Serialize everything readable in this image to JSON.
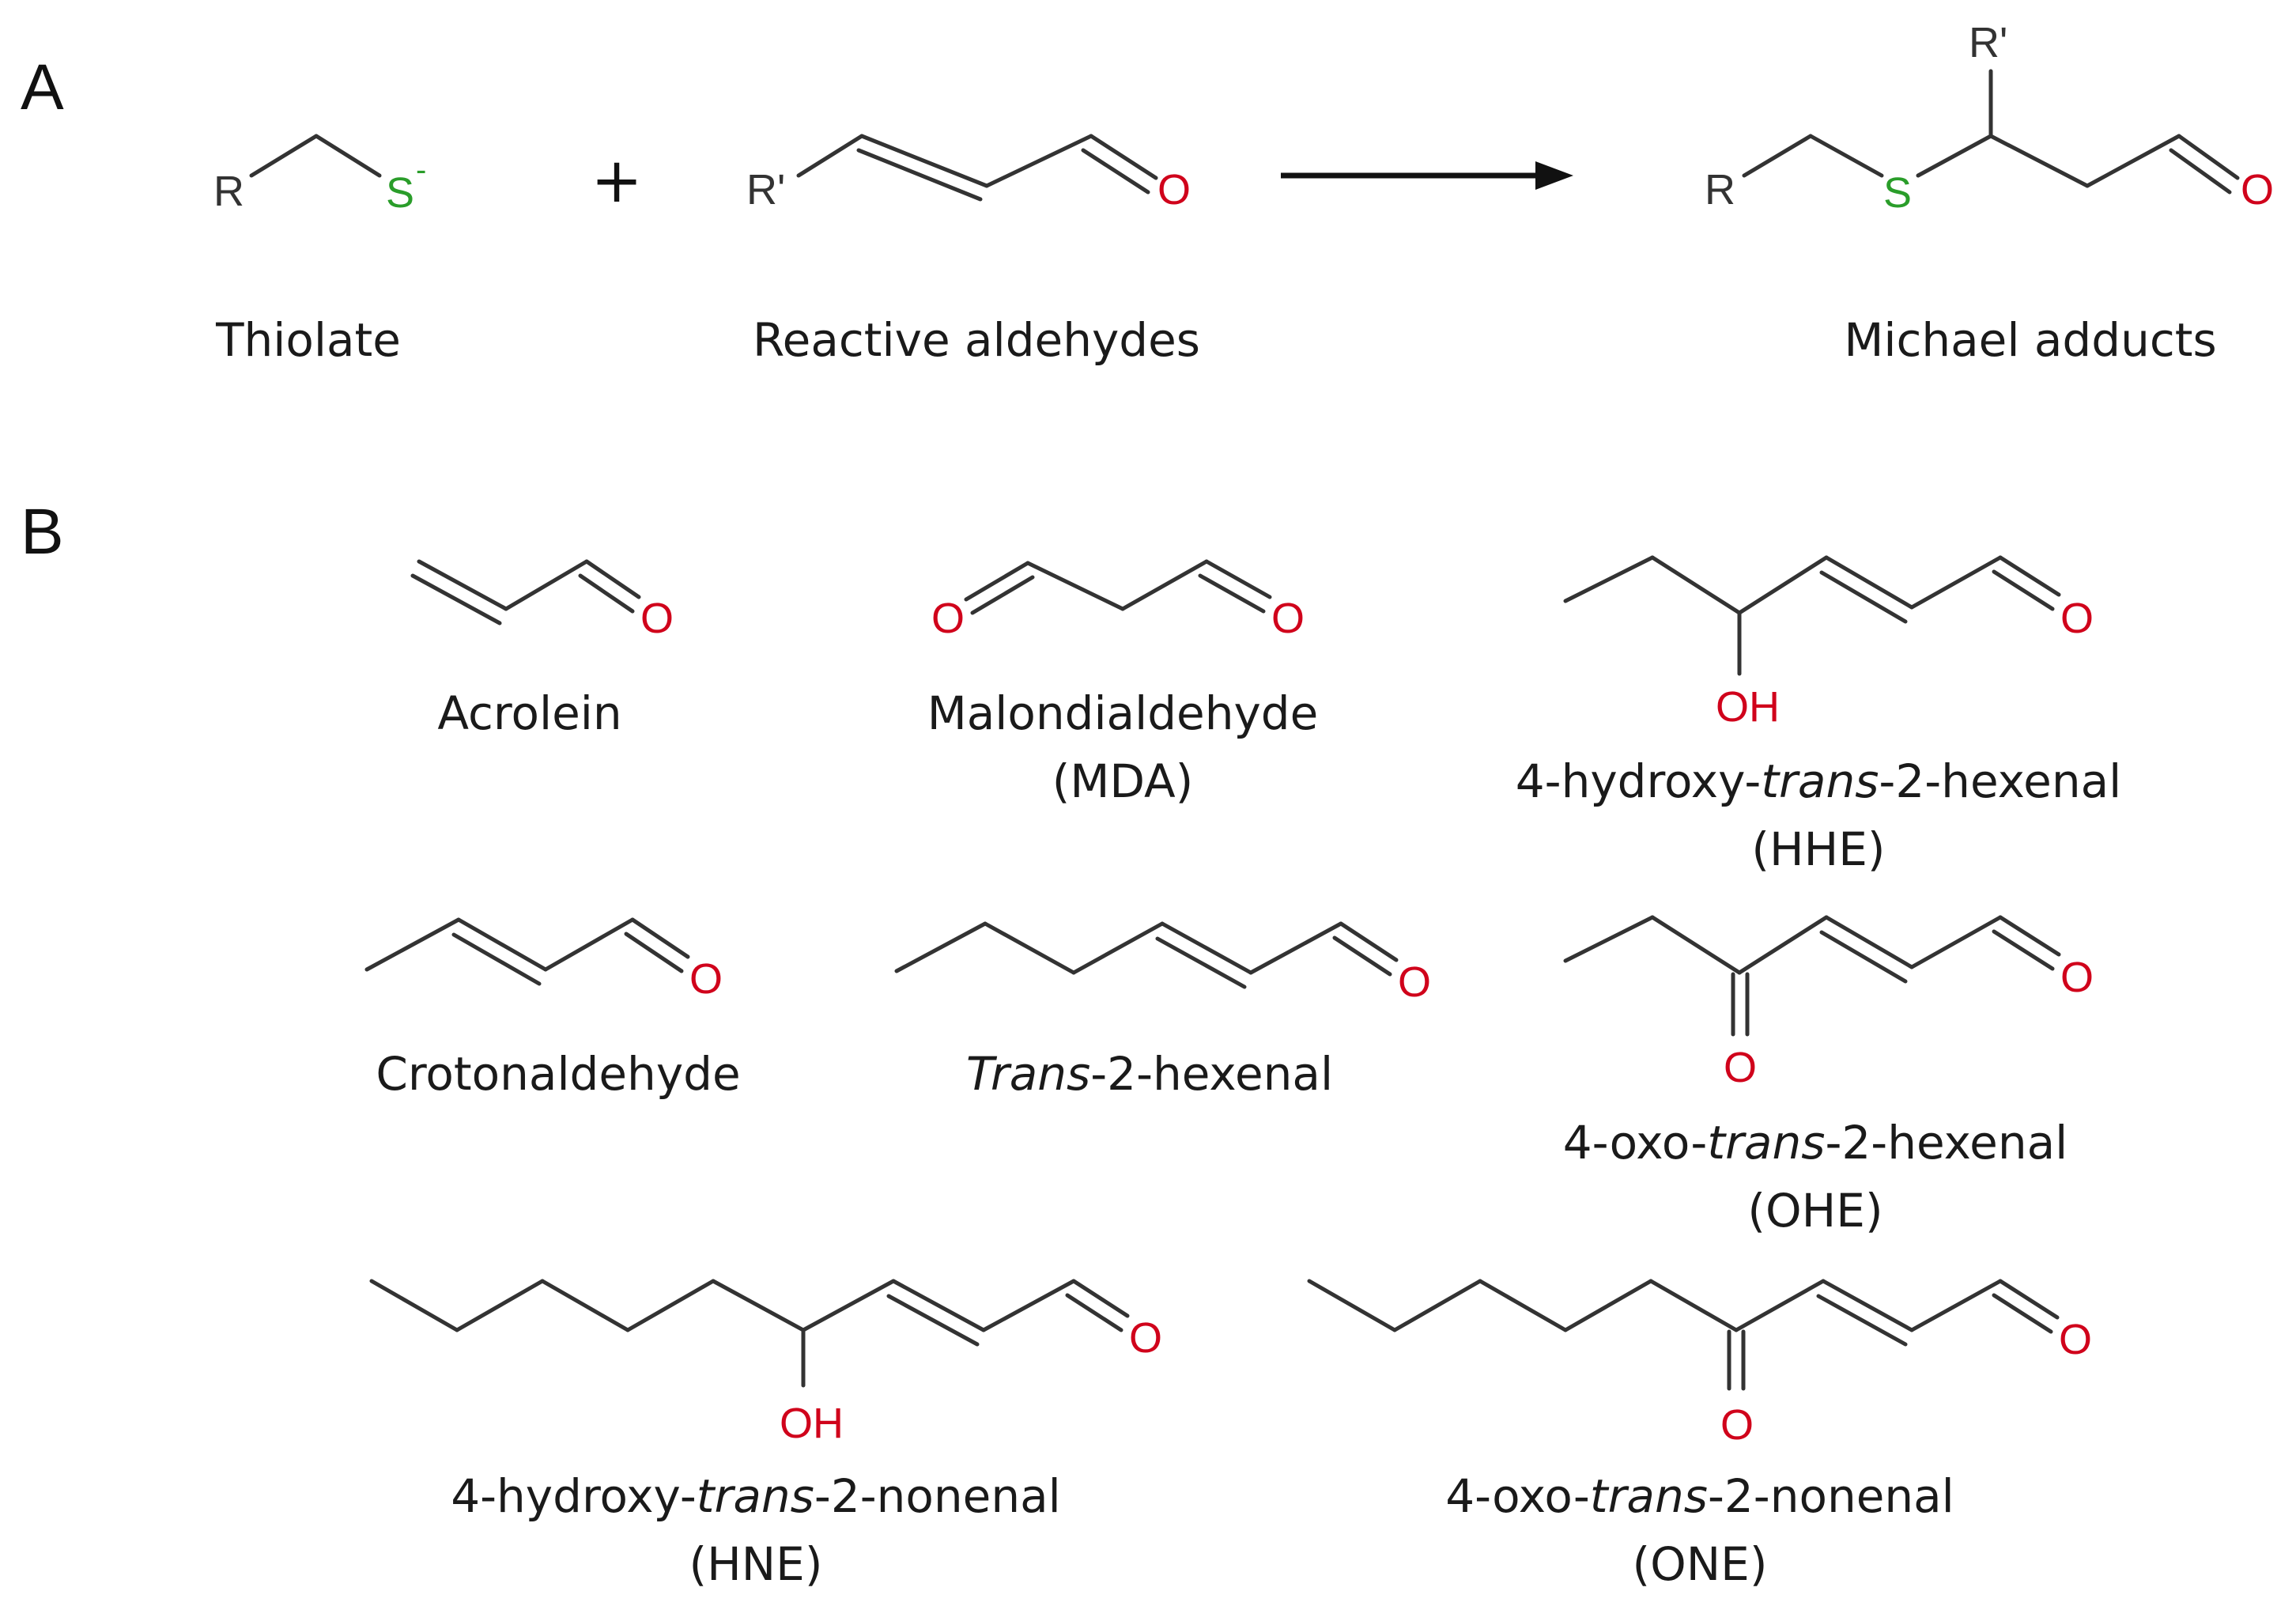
{
  "colors": {
    "oxygen": "#d0021b",
    "sulfur": "#2a9d2a",
    "bond": "#333333",
    "text": "#1a1a1a"
  },
  "panels": {
    "a": "A",
    "b": "B"
  },
  "reaction": {
    "plus": "+",
    "r": "R",
    "r_prime": "R'",
    "s": "S",
    "charge": "-",
    "o": "O",
    "thiolate": "Thiolate",
    "reactive_aldehydes": "Reactive aldehydes",
    "michael_adducts": "Michael adducts"
  },
  "compounds": {
    "acrolein": {
      "line1": "Acrolein"
    },
    "mda": {
      "line1": "Malondialdehyde",
      "line2": "(MDA)"
    },
    "hhe": {
      "pre": "4-hydroxy-",
      "ital": "trans",
      "post": "-2-hexenal",
      "abbr": "(HHE)"
    },
    "crotonaldehyde": {
      "line1": "Crotonaldehyde"
    },
    "trans2hexenal": {
      "ital": "Trans",
      "post": "-2-hexenal"
    },
    "ohe": {
      "pre": "4-oxo-",
      "ital": "trans",
      "post": "-2-hexenal",
      "abbr": "(OHE)"
    },
    "hne": {
      "pre": "4-hydroxy-",
      "ital": "trans",
      "post": "-2-nonenal",
      "abbr": "(HNE)"
    },
    "one": {
      "pre": "4-oxo-",
      "ital": "trans",
      "post": "-2-nonenal",
      "abbr": "(ONE)"
    }
  },
  "atoms": {
    "o": "O",
    "oh": "OH"
  }
}
